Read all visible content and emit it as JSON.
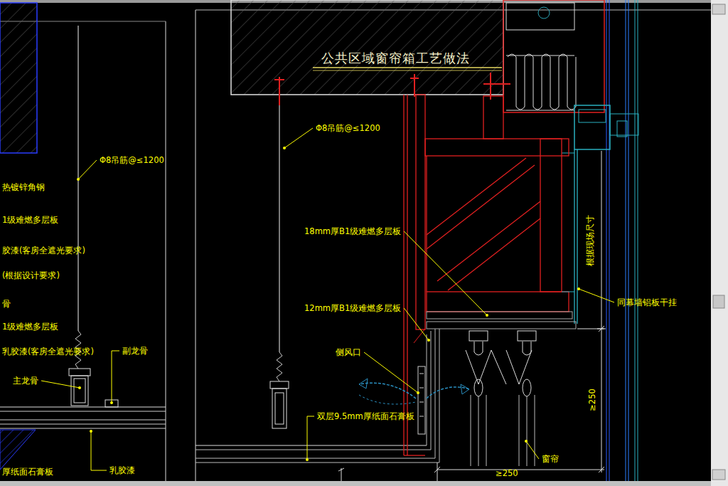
{
  "diagram": {
    "title": "公共区域窗帘箱工艺做法",
    "labels": [
      "Φ8吊筋@≤1200",
      "热镀锌角钢",
      "1级难燃多层板",
      "胶漆(客房全遮光要求)",
      "(根据设计要求)",
      "骨",
      "1级难燃多层板",
      "乳胶漆(客房全遮光要求)",
      "副龙骨",
      "主龙骨",
      "厚纸面石膏板",
      "乳胶漆",
      "Φ8吊筋@≤1200",
      "18mm厚B1级难燃多层板",
      "12mm厚B1级难燃多层板",
      "侧风口",
      "双层9.5mm厚纸面石膏板",
      "窗帘",
      "≥250",
      "≥250",
      "根据现场尺寸",
      "同幕墙铝板干挂"
    ]
  }
}
